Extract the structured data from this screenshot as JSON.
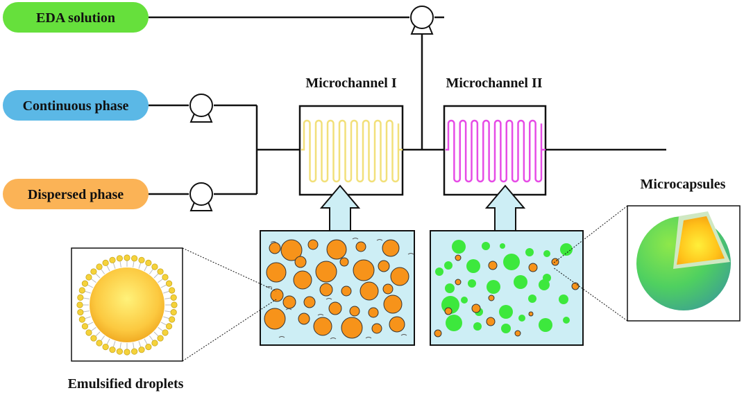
{
  "inputs": [
    {
      "label": "EDA solution",
      "color": "#66e03c"
    },
    {
      "label": "Continuous phase",
      "color": "#5bb8e6"
    },
    {
      "label": "Dispersed phase",
      "color": "#fbb356"
    }
  ],
  "reactors": [
    {
      "label": "Microchannel I",
      "channel_color": "#f2e07a"
    },
    {
      "label": "Microchannel II",
      "channel_color": "#e64ce6"
    }
  ],
  "insets": {
    "droplets_label": "Emulsified droplets",
    "capsules_label": "Microcapsules"
  },
  "colors": {
    "droplet": "#f7931a",
    "capsule": "#3de83d",
    "medium": "#cdeef5",
    "line": "#111111"
  }
}
